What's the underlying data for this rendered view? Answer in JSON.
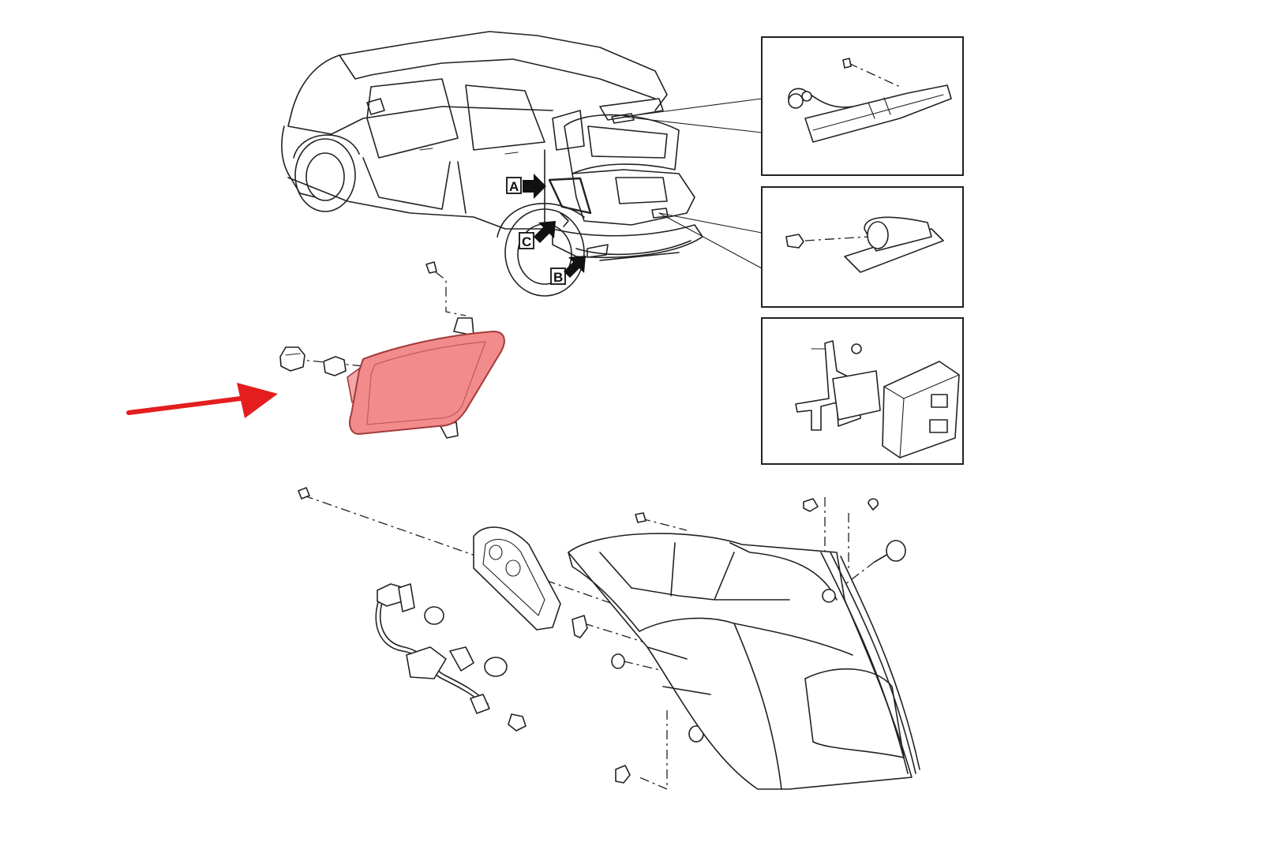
{
  "callout_labels": {
    "a": "A",
    "b": "B",
    "c": "C"
  },
  "colors": {
    "highlight_fill": "#f28b8b",
    "highlight_stroke": "#a33a3a",
    "red_arrow": "#e41e1e",
    "line": "#222222"
  },
  "highlighted_part": "rear-bumper-reflector-lamp"
}
